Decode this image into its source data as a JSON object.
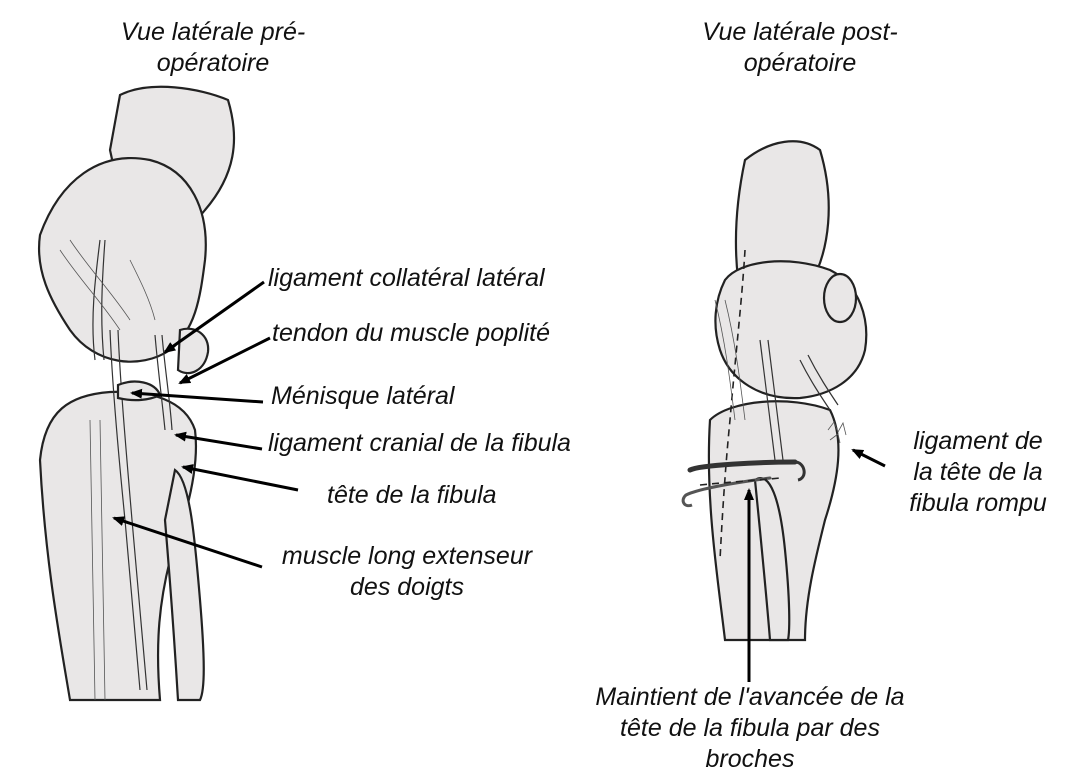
{
  "titles": {
    "left_line1": "Vue latérale pré-",
    "left_line2": "opératoire",
    "right_line1": "Vue latérale post-",
    "right_line2": "opératoire"
  },
  "labels": {
    "ligament_collateral": "ligament collatéral latéral",
    "tendon_poplite": "tendon du muscle poplité",
    "menisque": "Ménisque latéral",
    "ligament_cranial": "ligament cranial de la fibula",
    "tete_fibula": "tête de la fibula",
    "muscle_line1": "muscle long extenseur",
    "muscle_line2": "des doigts",
    "rompu_line1": "ligament de",
    "rompu_line2": "la tête de la",
    "rompu_line3": "fibula rompu",
    "broches_line1": "Maintient de l'avancée de la",
    "broches_line2": "tête de la fibula par des",
    "broches_line3": "broches"
  },
  "colors": {
    "bone_fill": "#e9e7e7",
    "outline": "#222222",
    "arrow": "#000000"
  }
}
